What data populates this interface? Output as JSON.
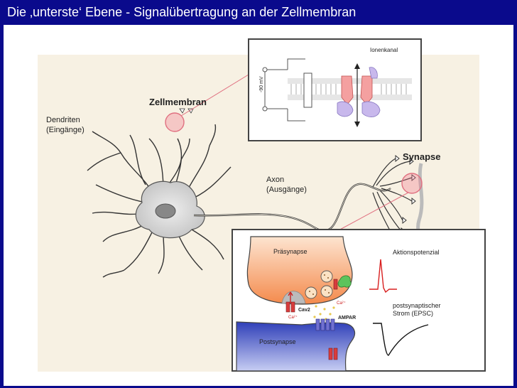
{
  "title": "Die ‚unterste‘ Ebene - Signalübertragung an der Zellmembran",
  "neuron": {
    "dendrites_line1": "Dendriten",
    "dendrites_line2": "(Eingänge)",
    "membrane": "Zellmembran",
    "synapse": "Synapse",
    "axon_line1": "Axon",
    "axon_line2": "(Ausgänge)"
  },
  "ion_channel_inset": {
    "label": "Ionenkanal",
    "voltage": "-90 mV"
  },
  "synapse_inset": {
    "presynapse": "Präsynapse",
    "postsynapse": "Postsynapse",
    "cav2": "Cav2",
    "ampar": "AMPAR",
    "ca_label": "Ca²⁺",
    "action_potential": "Aktionspotenzial",
    "epsc_line1": "postsynaptischer",
    "epsc_line2": "Strom (EPSC)"
  },
  "colors": {
    "background": "#0a0a8c",
    "cell_panel": "#f7f1e3",
    "soma": "#d9d9d9",
    "presynapse": "#f7a06a",
    "postsynapse": "#4a5fd0",
    "channel_red": "#e0504a",
    "channel_purple": "#b8a0e0"
  }
}
